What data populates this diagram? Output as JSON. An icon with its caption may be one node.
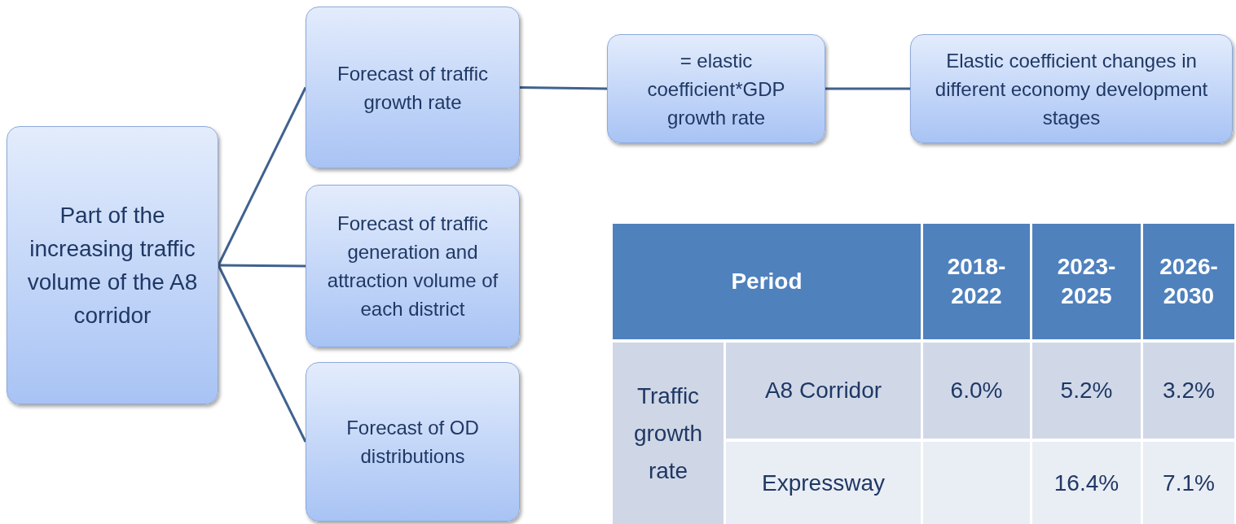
{
  "diagram": {
    "nodes": [
      {
        "text": [
          "Part of the increasing traffic volume of the A8 corridor"
        ]
      },
      {
        "text": [
          "Forecast of traffic growth rate"
        ]
      },
      {
        "text": [
          "Forecast of traffic generation and attraction volume of each district"
        ]
      },
      {
        "text": [
          "Forecast of OD distributions"
        ]
      },
      {
        "text": [
          "= elastic coefficient*GDP growth rate"
        ]
      },
      {
        "text": [
          "Elastic coefficient changes in different economy development stages"
        ]
      }
    ],
    "edges": [
      {
        "from": 0,
        "to": 1,
        "arrow": "none"
      },
      {
        "from": 0,
        "to": 2,
        "arrow": "none"
      },
      {
        "from": 0,
        "to": 3,
        "arrow": "none"
      },
      {
        "from": 1,
        "to": 4,
        "arrow": "none"
      },
      {
        "from": 4,
        "to": 5,
        "arrow": "none"
      }
    ],
    "labels": [
      "Period",
      "2018-2022",
      "2023-2025",
      "2026-2030",
      "Traffic growth rate",
      "A8 Corridor",
      "6.0%",
      "5.2%",
      "3.2%",
      "Expressway",
      "16.4%",
      "7.1%"
    ]
  }
}
